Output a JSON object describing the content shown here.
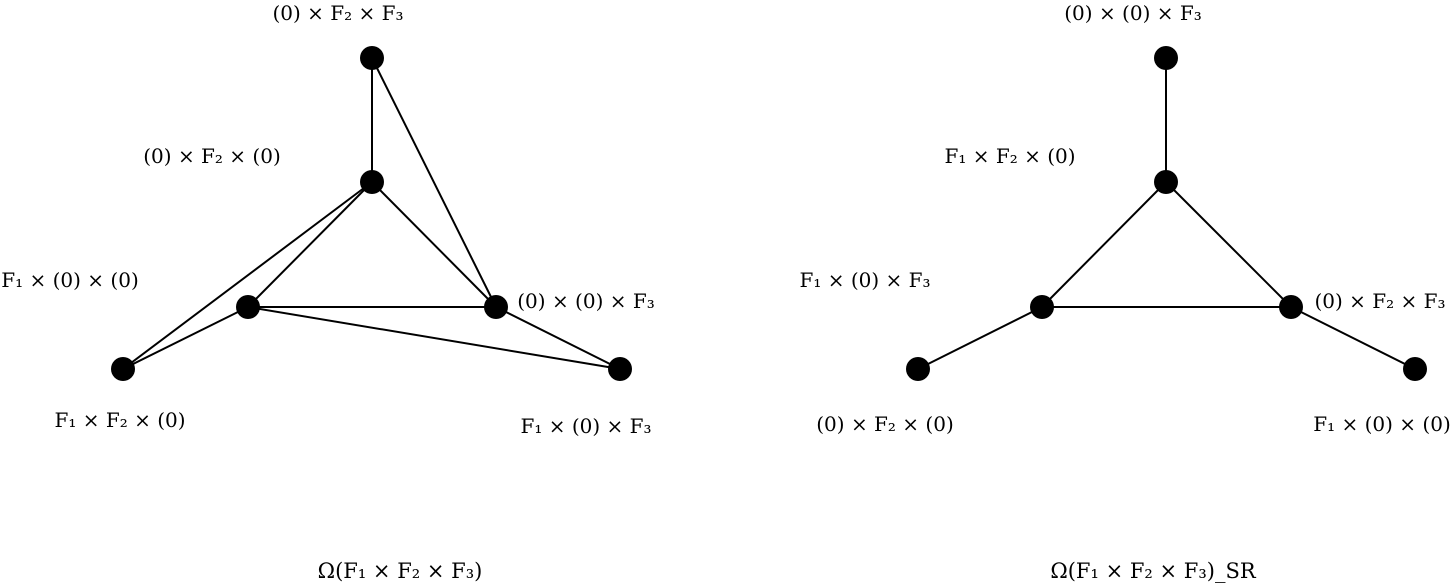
{
  "graphs": [
    {
      "caption": "Ω(F₁ × F₂ × F₃)",
      "nodes": [
        {
          "id": "a",
          "label": "(0) × F₂ × F₃"
        },
        {
          "id": "b",
          "label": "(0) × F₂ × (0)"
        },
        {
          "id": "c",
          "label": "F₁ × (0) × (0)"
        },
        {
          "id": "d",
          "label": "(0) × (0) × F₃"
        },
        {
          "id": "e",
          "label": "F₁ × F₂ × (0)"
        },
        {
          "id": "f",
          "label": "F₁ × (0) × F₃"
        }
      ],
      "edges": [
        [
          "a",
          "b"
        ],
        [
          "a",
          "d"
        ],
        [
          "b",
          "c"
        ],
        [
          "b",
          "d"
        ],
        [
          "b",
          "e"
        ],
        [
          "c",
          "d"
        ],
        [
          "c",
          "e"
        ],
        [
          "c",
          "f"
        ],
        [
          "d",
          "f"
        ]
      ]
    },
    {
      "caption": "Ω(F₁ × F₂ × F₃)_SR",
      "nodes": [
        {
          "id": "a",
          "label": "(0) × (0) × F₃"
        },
        {
          "id": "b",
          "label": "F₁ × F₂ × (0)"
        },
        {
          "id": "c",
          "label": "F₁ × (0) × F₃"
        },
        {
          "id": "d",
          "label": "(0) × F₂ × F₃"
        },
        {
          "id": "e",
          "label": "(0) × F₂ × (0)"
        },
        {
          "id": "f",
          "label": "F₁ × (0) × (0)"
        }
      ],
      "edges": [
        [
          "a",
          "b"
        ],
        [
          "b",
          "c"
        ],
        [
          "b",
          "d"
        ],
        [
          "c",
          "d"
        ],
        [
          "c",
          "e"
        ],
        [
          "d",
          "f"
        ]
      ]
    }
  ]
}
